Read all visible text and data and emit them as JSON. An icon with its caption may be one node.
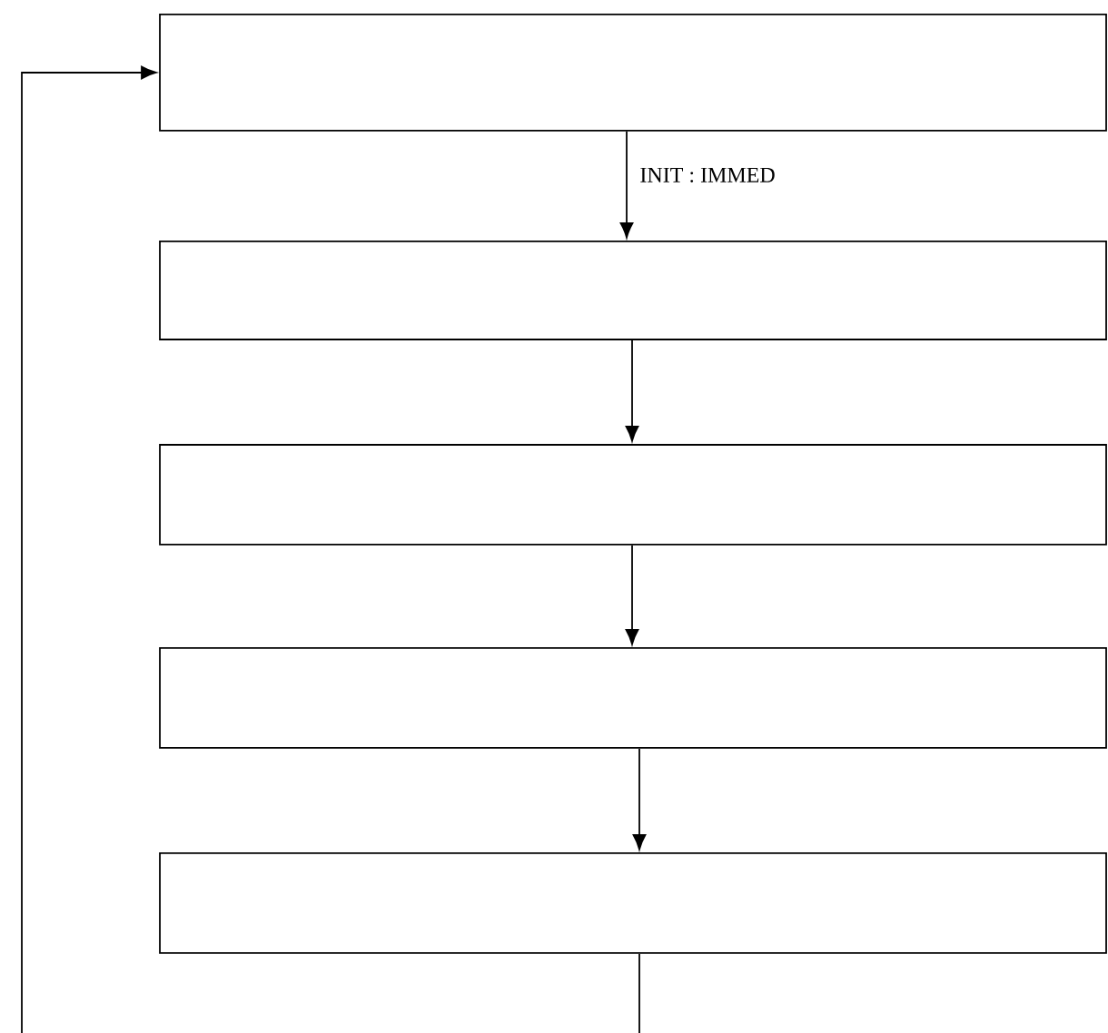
{
  "diagram": {
    "nodes": [
      {
        "text": [],
        "shape": "box"
      },
      {
        "text": [],
        "shape": "box"
      },
      {
        "text": [],
        "shape": "box"
      },
      {
        "text": [],
        "shape": "box"
      },
      {
        "text": [],
        "shape": "box"
      }
    ],
    "edges": [
      {
        "from": 0,
        "to": 1,
        "arrow": "to",
        "label": "INIT : IMMED"
      },
      {
        "from": 1,
        "to": 2,
        "arrow": "to"
      },
      {
        "from": 2,
        "to": 3,
        "arrow": "to"
      },
      {
        "from": 3,
        "to": 4,
        "arrow": "to"
      },
      {
        "from": 4,
        "to": null,
        "arrow": "none"
      },
      {
        "from": null,
        "to": 0,
        "arrow": "to"
      }
    ]
  }
}
